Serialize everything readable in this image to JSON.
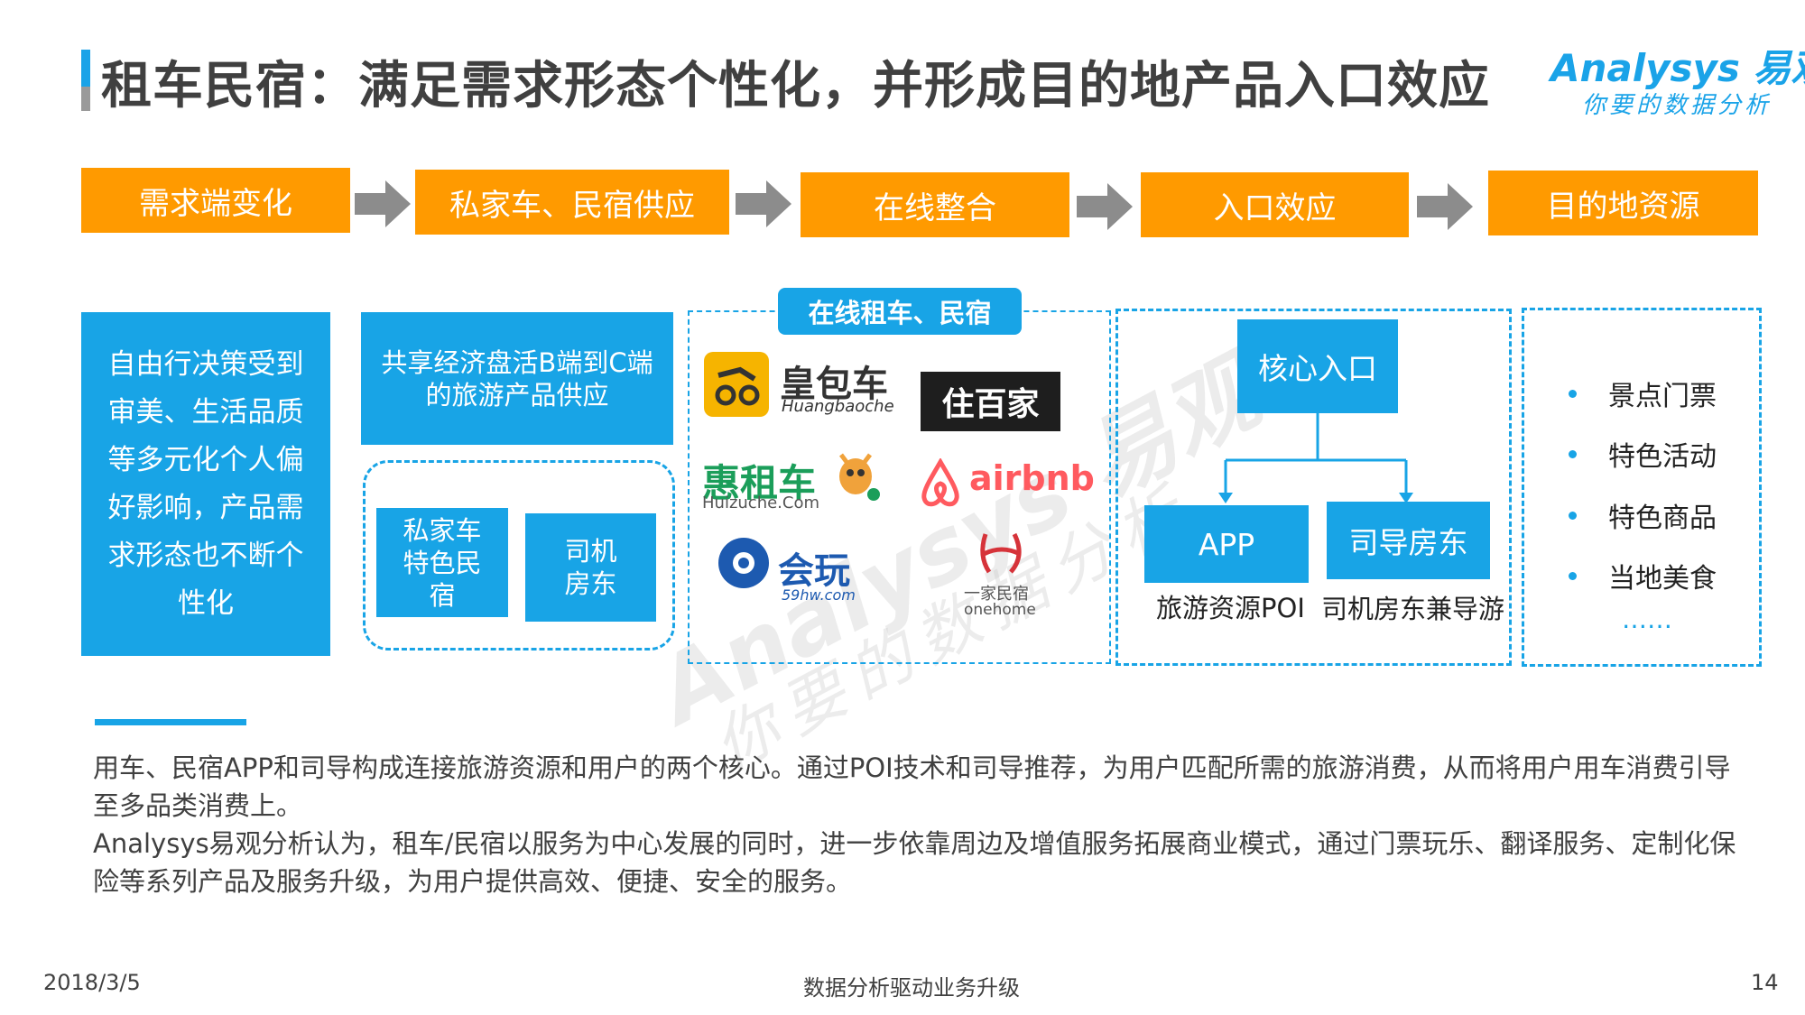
{
  "title": "租车民宿：满足需求形态个性化，并形成目的地产品入口效应",
  "logo": {
    "main": "Analysys 易观",
    "sub": "你要的数据分析"
  },
  "steps": [
    "需求端变化",
    "私家车、民宿供应",
    "在线整合",
    "入口效应",
    "目的地资源"
  ],
  "demand_box": [
    "自由行决策受到",
    "审美、生活品质",
    "等多元化个人偏",
    "好影响，产品需",
    "求形态也不断个",
    "性化"
  ],
  "supply": {
    "header": [
      "共享经济盘活B端到C端",
      "的旅游产品供应"
    ],
    "left": [
      "私家车",
      "特色民",
      "宿"
    ],
    "right": [
      "司机",
      "房东"
    ]
  },
  "online": {
    "label": "在线租车、民宿",
    "brands": {
      "huangbaoche": {
        "cn": "皇包车",
        "en": "Huangbaoche"
      },
      "zhubaijia": "住百家",
      "huizuche": {
        "cn": "惠租车",
        "en": "Huizuche.Com"
      },
      "airbnb": "airbnb",
      "huiwan": {
        "cn": "会玩",
        "en": "59hw.com"
      },
      "onehome": {
        "cn": "一家民宿",
        "en": "onehome"
      }
    }
  },
  "watermark": {
    "main": "Analysys 易观",
    "sub": "你要的数据分析"
  },
  "entry": {
    "core": "核心入口",
    "app": "APP",
    "app_caption": "旅游资源POI",
    "driver": "司导房东",
    "driver_caption": "司机房东兼导游"
  },
  "resources": [
    "景点门票",
    "特色活动",
    "特色商品",
    "当地美食"
  ],
  "resources_more": "……",
  "paragraphs": [
    "用车、民宿APP和司导构成连接旅游资源和用户的两个核心。通过POI技术和司导推荐，为用户匹配所需的旅游消费，从而将用户用车消费引导至多品类消费上。",
    "Analysys易观分析认为，租车/民宿以服务为中心发展的同时，进一步依靠周边及增值服务拓展商业模式，通过门票玩乐、翻译服务、定制化保险等系列产品及服务升级，为用户提供高效、便捷、安全的服务。"
  ],
  "footer": {
    "date": "2018/3/5",
    "slogan": "数据分析驱动业务升级",
    "page": "14"
  },
  "colors": {
    "accent_blue": "#18a4e6",
    "step_orange": "#ff9a00",
    "arrow_gray": "#8c8c8c"
  }
}
